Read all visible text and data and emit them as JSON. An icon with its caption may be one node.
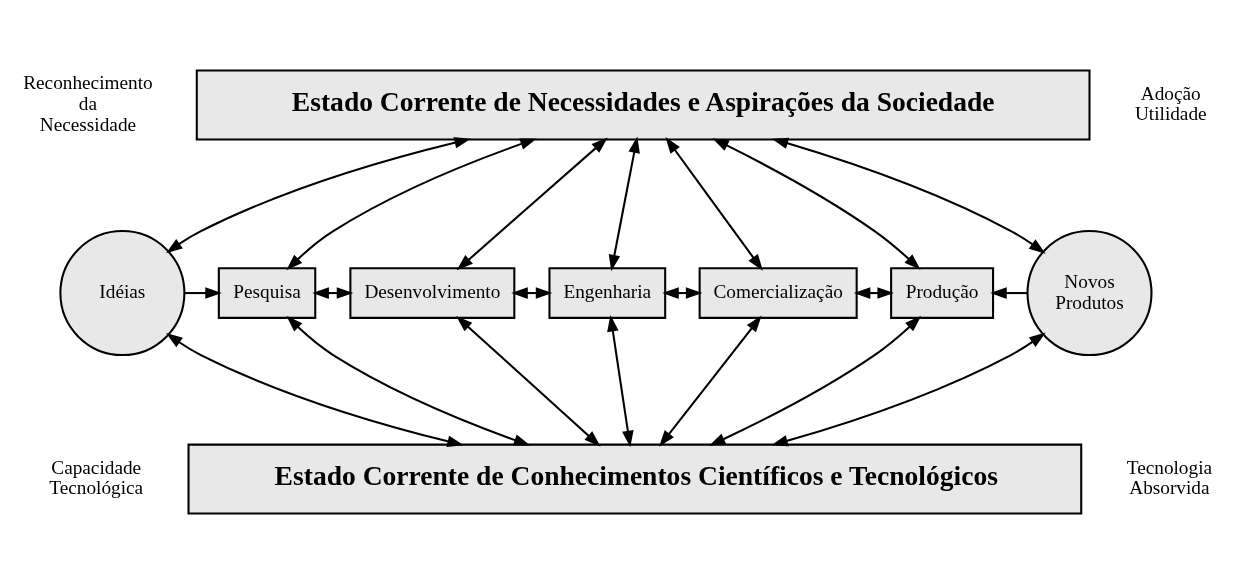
{
  "diagram": {
    "nodes": [
      {
        "text": [
          "Estado Corrente de Necessidades e Aspirações da Sociedade"
        ]
      },
      {
        "text": [
          "Idéias"
        ]
      },
      {
        "text": [
          "Pesquisa"
        ]
      },
      {
        "text": [
          "Desenvolvimento"
        ]
      },
      {
        "text": [
          "Engenharia"
        ]
      },
      {
        "text": [
          "Comercialização"
        ]
      },
      {
        "text": [
          "Produção"
        ]
      },
      {
        "text": [
          "Novos Produtos"
        ]
      },
      {
        "text": [
          "Estado Corrente de Conhecimentos Científicos e Tecnológicos"
        ]
      }
    ],
    "edges": [
      {
        "from": 1,
        "to": 0,
        "arrow": "both"
      },
      {
        "from": 1,
        "to": 8,
        "arrow": "both"
      },
      {
        "from": 1,
        "to": 2,
        "arrow": "to"
      },
      {
        "from": 2,
        "to": 3,
        "arrow": "both"
      },
      {
        "from": 3,
        "to": 4,
        "arrow": "both"
      },
      {
        "from": 4,
        "to": 5,
        "arrow": "both"
      },
      {
        "from": 5,
        "to": 6,
        "arrow": "both"
      },
      {
        "from": 7,
        "to": 6,
        "arrow": "to"
      },
      {
        "from": 0,
        "to": 2,
        "arrow": "both"
      },
      {
        "from": 0,
        "to": 3,
        "arrow": "both"
      },
      {
        "from": 0,
        "to": 4,
        "arrow": "both"
      },
      {
        "from": 0,
        "to": 5,
        "arrow": "both"
      },
      {
        "from": 0,
        "to": 6,
        "arrow": "both"
      },
      {
        "from": 2,
        "to": 8,
        "arrow": "both"
      },
      {
        "from": 3,
        "to": 8,
        "arrow": "both"
      },
      {
        "from": 4,
        "to": 8,
        "arrow": "both"
      },
      {
        "from": 5,
        "to": 8,
        "arrow": "both"
      },
      {
        "from": 6,
        "to": 8,
        "arrow": "both"
      },
      {
        "from": 7,
        "to": 0,
        "arrow": "both"
      },
      {
        "from": 7,
        "to": 8,
        "arrow": "both"
      }
    ],
    "labels": [
      "Reconhecimento da Necessidade",
      "Adoção Utilidade",
      "Capacidade Tecnológica",
      "Tecnologia Absorvida"
    ]
  }
}
